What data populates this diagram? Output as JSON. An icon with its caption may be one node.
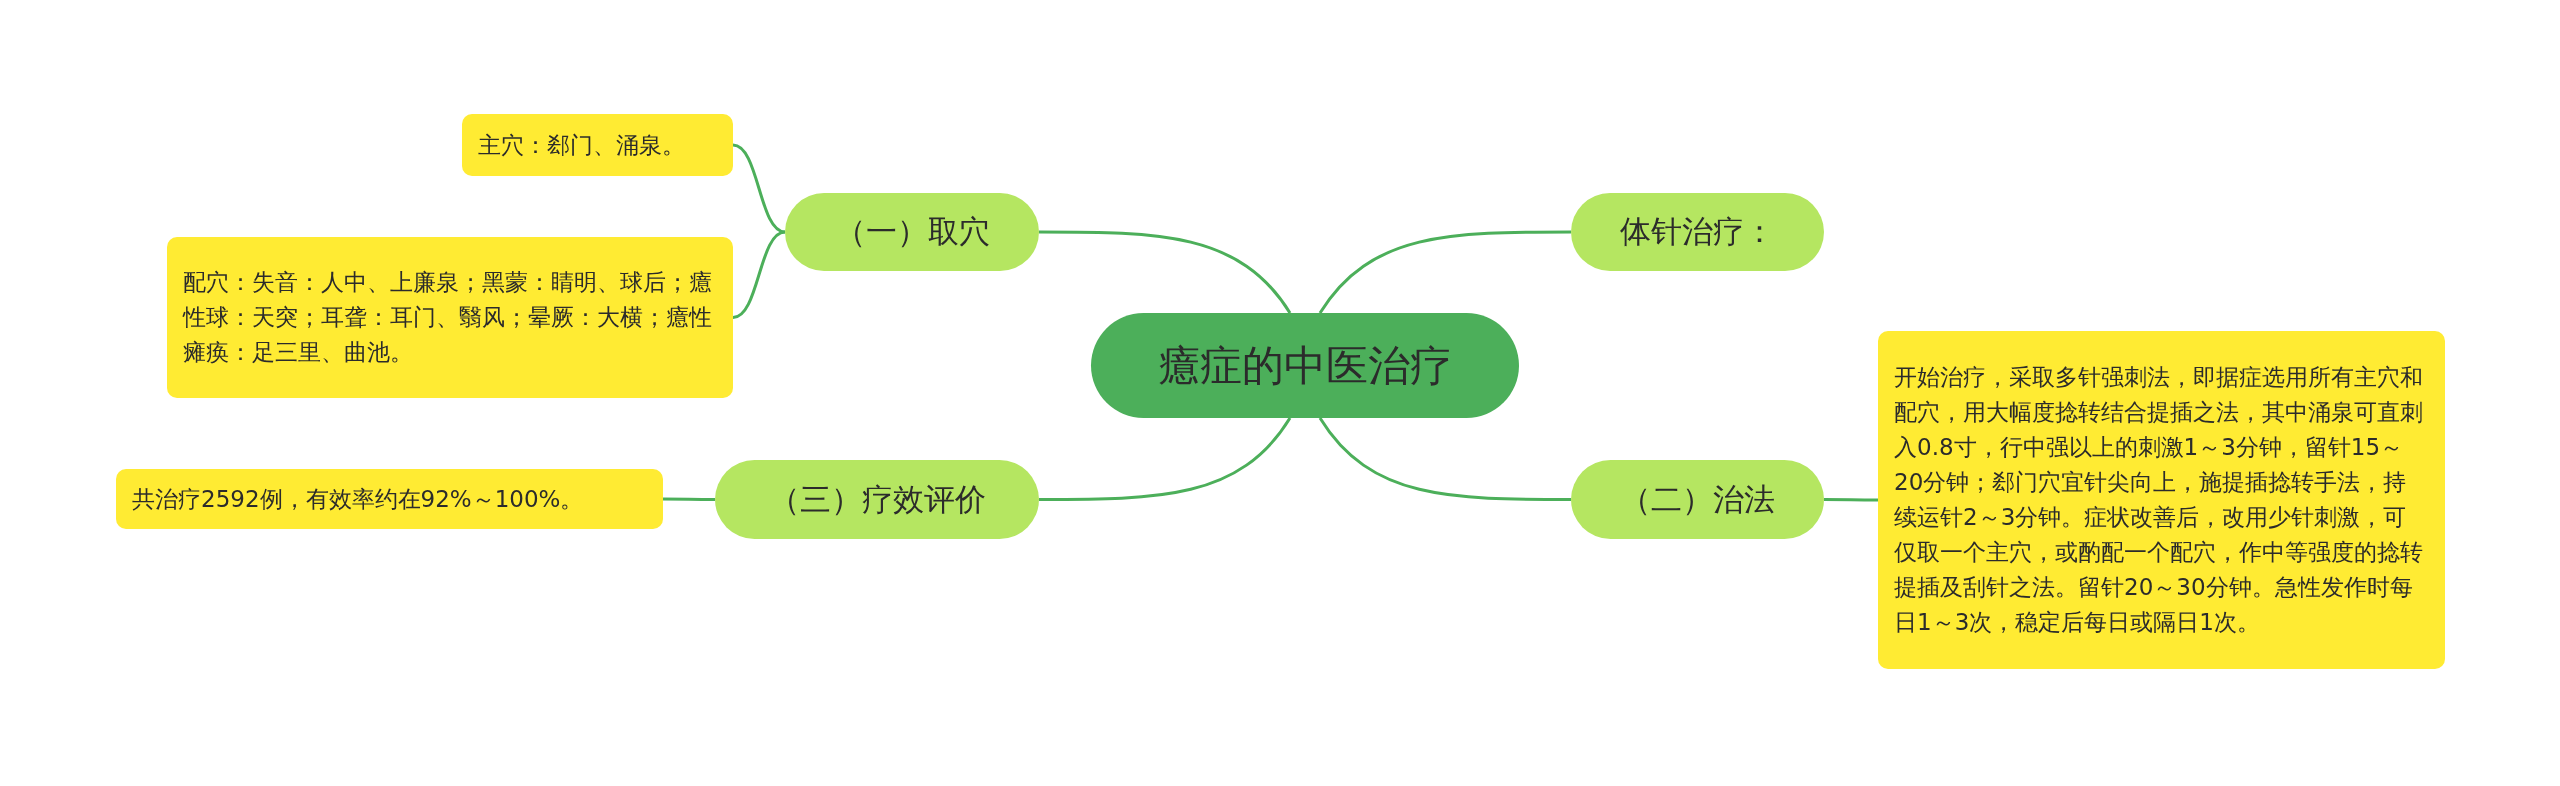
{
  "diagram": {
    "nodes": [
      {
        "text": [
          "癔症的中医治疗"
        ]
      },
      {
        "text": [
          "（一）取穴"
        ]
      },
      {
        "text": [
          "主穴：郄门、涌泉。"
        ]
      },
      {
        "text": [
          "配穴：失音：人中、上廉泉；黑蒙：睛明、球后；癔性球：天突；耳聋：耳门、翳风；晕厥：大横；癔性瘫痪：足三里、曲池。"
        ]
      },
      {
        "text": [
          "体针治疗："
        ]
      },
      {
        "text": [
          "（二）治法"
        ]
      },
      {
        "text": [
          "开始治疗，采取多针强刺法，即据症选用所有主穴和配穴，用大幅度捻转结合提插之法，其中涌泉可直刺入0.8寸，行中强以上的刺激1～3分钟，留针15～20分钟；郄门穴宜针尖向上，施提插捻转手法，持续运针2～3分钟。症状改善后，改用少针刺激，可仅取一个主穴，或酌配一个配穴，作中等强度的捻转提插及刮针之法。留针20～30分钟。急性发作时每日1～3次，稳定后每日或隔日1次。"
        ]
      },
      {
        "text": [
          "（三）疗效评价"
        ]
      },
      {
        "text": [
          "共治疗2592例，有效率约在92%～100%。"
        ]
      }
    ],
    "edges": [
      {
        "from": 0,
        "to": 1,
        "arrow": "none"
      },
      {
        "from": 1,
        "to": 2,
        "arrow": "none"
      },
      {
        "from": 1,
        "to": 3,
        "arrow": "none"
      },
      {
        "from": 0,
        "to": 4,
        "arrow": "none"
      },
      {
        "from": 0,
        "to": 5,
        "arrow": "none"
      },
      {
        "from": 5,
        "to": 6,
        "arrow": "none"
      },
      {
        "from": 0,
        "to": 7,
        "arrow": "none"
      },
      {
        "from": 7,
        "to": 8,
        "arrow": "none"
      }
    ]
  }
}
